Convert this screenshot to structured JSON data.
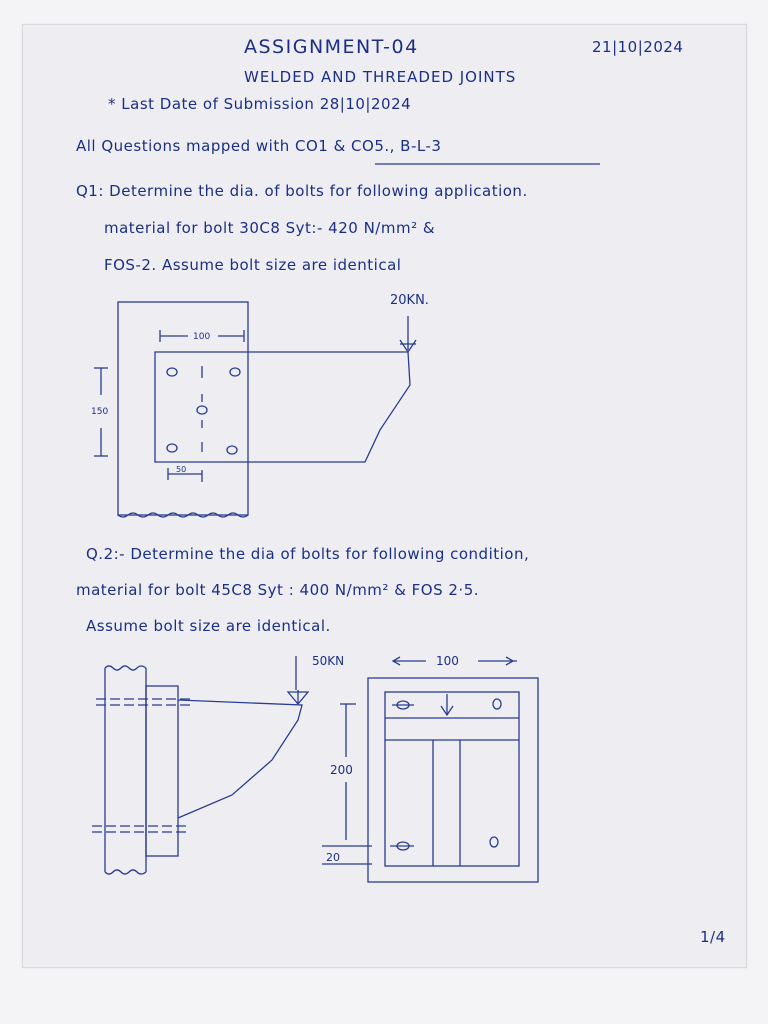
{
  "header": {
    "title": "ASSIGNMENT-04",
    "date": "21|10|2024",
    "subtitle": "WELDED AND THREADED JOINTS",
    "last_date": "* Last Date of Submission 28|10|2024",
    "mapping": "All Questions mapped with CO1 & CO5., B-L-3"
  },
  "q1": {
    "line1": "Q1: Determine the dia. of bolts for following application.",
    "line2": "material for bolt 30C8 Syt:- 420 N/mm² &",
    "line3": "FOS-2. Assume bolt size are identical",
    "load_label": "20KN.",
    "dim_top": "100",
    "dim_side": "150",
    "dim_bottom": "50"
  },
  "q2": {
    "line1": "Q.2:- Determine the dia of bolts for following condition,",
    "line2": "material for bolt 45C8 Syt : 400 N/mm² & FOS 2·5.",
    "line3": "Assume bolt size are identical.",
    "load_label": "50KN",
    "dim_top": "100",
    "dim_side": "200",
    "dim_bottom": "20"
  },
  "footer": {
    "page": "1/4"
  },
  "colors": {
    "ink": "#1b2f86",
    "paper": "#eeeef2"
  }
}
